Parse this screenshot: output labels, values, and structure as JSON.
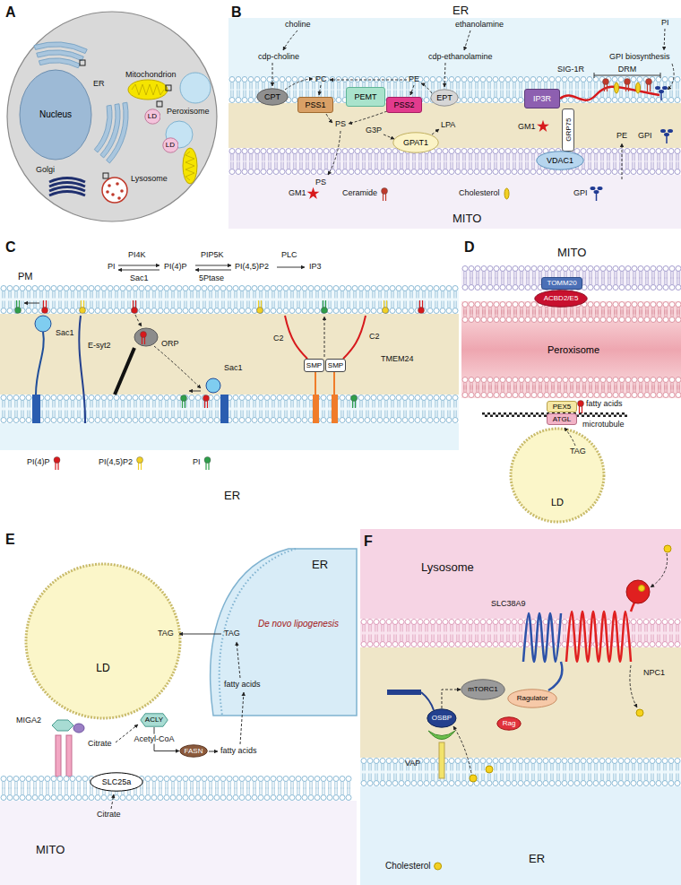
{
  "diagram": {
    "nodes": [
      {
        "text": [
          "Nucleus"
        ]
      },
      {
        "text": [
          "LD"
        ]
      },
      {
        "text": [
          "LD"
        ]
      },
      {
        "text": [
          "CPT"
        ]
      },
      {
        "text": [
          "PSS1"
        ]
      },
      {
        "text": [
          "PEMT"
        ]
      },
      {
        "text": [
          "PSS2"
        ]
      },
      {
        "text": [
          "EPT"
        ]
      },
      {
        "text": [
          "GPAT1"
        ]
      },
      {
        "text": [
          "IP3R"
        ]
      },
      {
        "text": [
          "GRP75"
        ]
      },
      {
        "text": [
          "VDAC1"
        ]
      },
      {
        "text": [
          "SMP"
        ]
      },
      {
        "text": [
          "SMP"
        ]
      },
      {
        "text": [
          "TOMM20"
        ]
      },
      {
        "text": [
          "ACBD2/E5"
        ]
      },
      {
        "text": [
          "Peroxisome"
        ]
      },
      {
        "text": [
          "PEX5"
        ]
      },
      {
        "text": [
          "ATGL"
        ]
      },
      {
        "text": [
          "LD"
        ]
      },
      {
        "text": [
          "LD"
        ]
      },
      {
        "text": [
          "ACLY"
        ]
      },
      {
        "text": [
          "SLC25a"
        ]
      },
      {
        "text": [
          "FASN"
        ]
      },
      {
        "text": [
          "mTORC1"
        ]
      },
      {
        "text": [
          "Ragulator"
        ]
      },
      {
        "text": [
          "Rag"
        ]
      },
      {
        "text": [
          "OSBP"
        ]
      }
    ],
    "edges": [
      {
        "from": 21,
        "to": 23,
        "label": "Acetyl-CoA",
        "arrow": "to"
      },
      {
        "from": 27,
        "to": 24,
        "arrow": "to"
      }
    ],
    "labels": [
      "A",
      "Mitochondrion",
      "ER",
      "Peroxisome",
      "Golgi",
      "Lysosome",
      "B",
      "ER",
      "choline",
      "ethanolamine",
      "cdp-choline",
      "cdp-ethanolamine",
      "PC",
      "PE",
      "PS",
      "G3P",
      "LPA",
      "PS",
      "PI",
      "GPI biosynthesis",
      "SIG-1R",
      "DRM",
      "GM1",
      "PE",
      "GPI",
      "MITO",
      "C",
      "PI4K",
      "PI",
      "Sac1",
      "PI(4)P",
      "PIP5K",
      "5Ptase",
      "PI(4,5)P2",
      "PLC",
      "IP3",
      "PM",
      "Sac1",
      "E-syt2",
      "ORP",
      "Sac1",
      "C2",
      "C2",
      "TMEM24",
      "ER",
      "D",
      "MITO",
      "fatty acids",
      "TAG",
      "microtubule",
      "E",
      "TAG",
      "TAG",
      "ER",
      "De novo lipogenesis",
      "fatty acids",
      "MIGA2",
      "Citrate",
      "fatty acids",
      "Citrate",
      "MITO",
      "F",
      "Lysosome",
      "SLC38A9",
      "NPC1",
      "VAP",
      "ER"
    ],
    "legend": [
      {
        "text": "GM1"
      },
      {
        "text": "Ceramide"
      },
      {
        "text": "Cholesterol"
      },
      {
        "text": "GPI"
      },
      {
        "text": "PI(4)P"
      },
      {
        "text": "PI(4,5)P2"
      },
      {
        "text": "PI"
      },
      {
        "text": "Cholesterol"
      }
    ]
  }
}
